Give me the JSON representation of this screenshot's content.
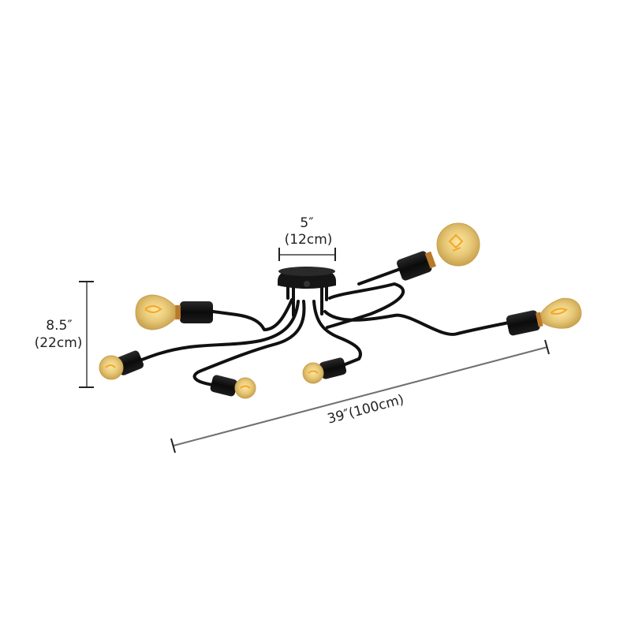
{
  "diagram": {
    "subject": "6-light sputnik-style semi-flush ceiling light with exposed filament bulbs",
    "colors": {
      "background": "#ffffff",
      "fixture": "#111111",
      "dimension_line": "#6f6f6f",
      "dimension_tick": "#222222",
      "text": "#222222",
      "bulb_glass": "#e9cf8a",
      "bulb_glow": "#f4b53a"
    },
    "dimensions": {
      "canopy_width": {
        "imperial": "5″",
        "metric": "(12cm)"
      },
      "height": {
        "imperial": "8.5″",
        "metric": "(22cm)"
      },
      "length": {
        "label": "39″(100cm)"
      }
    },
    "fixture": {
      "canopy": "round-canopy",
      "arm_count": 6,
      "bulbs": [
        {
          "name": "bulb-top-right",
          "shape": "globe"
        },
        {
          "name": "bulb-far-right",
          "shape": "a-shape"
        },
        {
          "name": "bulb-upper-left",
          "shape": "a-shape"
        },
        {
          "name": "bulb-far-left",
          "shape": "globe"
        },
        {
          "name": "bulb-lower-left",
          "shape": "globe"
        },
        {
          "name": "bulb-lower-center",
          "shape": "globe"
        }
      ]
    }
  }
}
